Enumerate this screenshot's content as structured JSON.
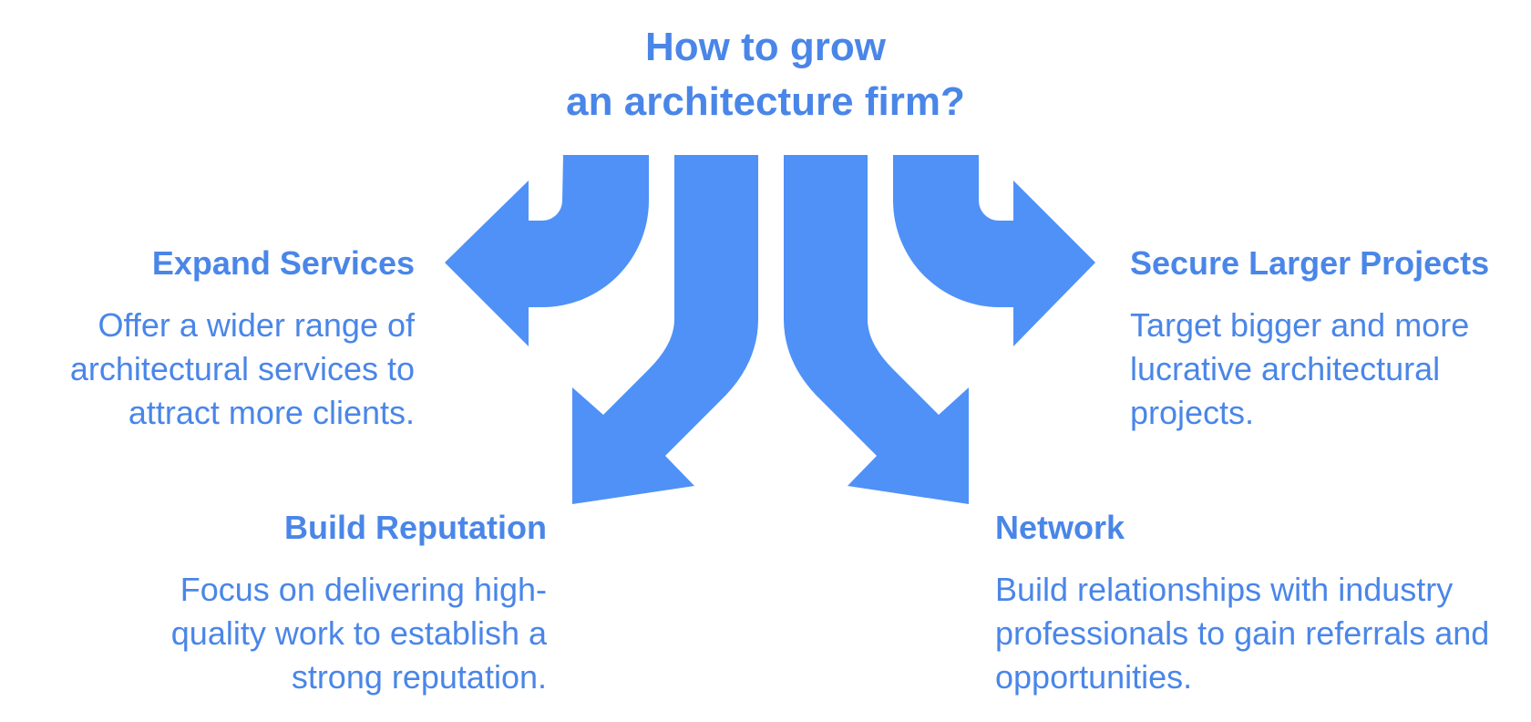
{
  "diagram": {
    "title_lines": [
      "How to grow",
      "an architecture firm?"
    ],
    "branches": [
      {
        "id": "expand",
        "heading": "Expand Services",
        "text": "Offer a wider range of architectural services to attract more clients."
      },
      {
        "id": "build",
        "heading": "Build Reputation",
        "text": "Focus on delivering high-quality work to establish a strong reputation."
      },
      {
        "id": "secure",
        "heading": "Secure Larger Projects",
        "text": "Target bigger and more lucrative architectural projects."
      },
      {
        "id": "network",
        "heading": "Network",
        "text": "Build relationships with industry professionals to gain referrals and opportunities."
      }
    ],
    "colors": {
      "accent": "#4a86e8",
      "arrow_fill": "#4f91f7",
      "background": "#ffffff"
    }
  }
}
